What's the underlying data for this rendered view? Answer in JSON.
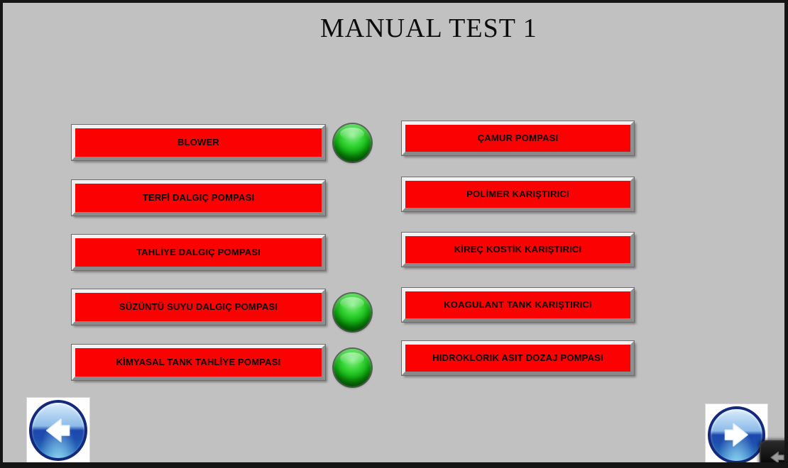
{
  "title": "MANUAL TEST 1",
  "buttons": {
    "left": [
      {
        "label": "BLOWER",
        "led": "on"
      },
      {
        "label": "TERFİ DALGIÇ POMPASI",
        "led": null
      },
      {
        "label": "TAHLİYE DALGIÇ POMPASI",
        "led": null
      },
      {
        "label": "SÜZÜNTÜ SUYU DALGIÇ POMPASI",
        "led": "on"
      },
      {
        "label": "KİMYASAL TANK TAHLİYE POMPASI",
        "led": "on"
      }
    ],
    "right": [
      {
        "label": "ÇAMUR POMPASI"
      },
      {
        "label": "POLİMER KARIŞTIRICI"
      },
      {
        "label": "KİREÇ KOSTİK KARIŞTIRICI"
      },
      {
        "label": "KOAGULANT TANK KARIŞTIRICI"
      },
      {
        "label": "HIDROKLORIK ASIT DOZAJ POMPASI"
      }
    ]
  },
  "leds": {
    "count": 3,
    "color": "#1ec41e",
    "state": "on"
  },
  "nav": {
    "back_icon": "arrow-left-circle",
    "forward_icon": "arrow-right-circle"
  },
  "overlay_panel": {
    "icon": "arrow-left"
  },
  "colors": {
    "background": "#c1c1c1",
    "button_red": "#fb0101",
    "led_green": "#1ec41e",
    "nav_blue": "#1d47ad",
    "border_black": "#151515"
  }
}
